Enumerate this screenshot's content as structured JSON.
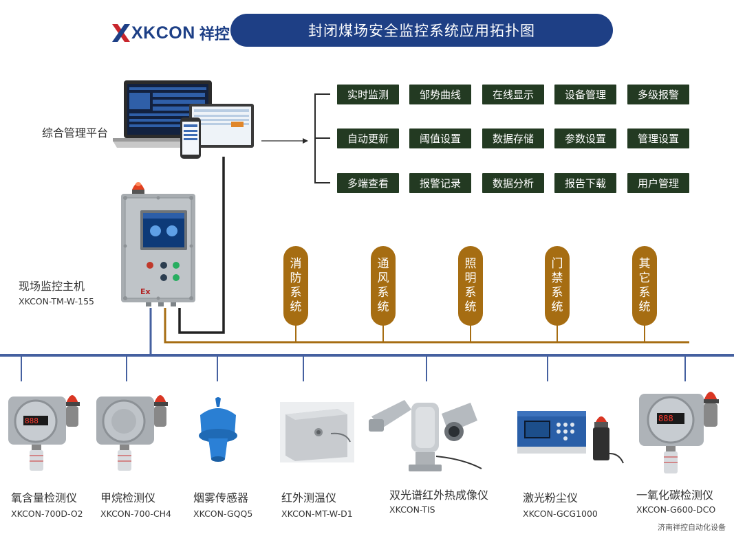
{
  "header": {
    "logo_text": "XKCON",
    "logo_cn": "祥控",
    "title": "封闭煤场安全监控系统应用拓扑图"
  },
  "platform": {
    "label": "综合管理平台"
  },
  "host": {
    "label": "现场监控主机",
    "model": "XKCON-TM-W-155"
  },
  "features": [
    [
      "实时监测",
      "邹势曲线",
      "在线显示",
      "设备管理",
      "多级报警"
    ],
    [
      "自动更新",
      "阈值设置",
      "数据存储",
      "参数设置",
      "管理设置"
    ],
    [
      "多端查看",
      "报警记录",
      "数据分析",
      "报告下载",
      "用户管理"
    ]
  ],
  "subsystems": [
    [
      "消",
      "防",
      "系",
      "统"
    ],
    [
      "通",
      "风",
      "系",
      "统"
    ],
    [
      "照",
      "明",
      "系",
      "统"
    ],
    [
      "门",
      "禁",
      "系",
      "统"
    ],
    [
      "其",
      "它",
      "系",
      "统"
    ]
  ],
  "devices": [
    {
      "name": "氧含量检测仪",
      "model": "XKCON-700D-O2",
      "icon": "gas-detector-icon"
    },
    {
      "name": "甲烷检测仪",
      "model": "XKCON-700-CH4",
      "icon": "gas-detector-icon"
    },
    {
      "name": "烟雾传感器",
      "model": "XKCON-GQQ5",
      "icon": "smoke-sensor-icon"
    },
    {
      "name": "红外测温仪",
      "model": "XKCON-MT-W-D1",
      "icon": "infrared-thermometer-icon"
    },
    {
      "name": "双光谱红外热成像仪",
      "model": "XKCON-TIS",
      "icon": "thermal-camera-icon"
    },
    {
      "name": "激光粉尘仪",
      "model": "XKCON-GCG1000",
      "icon": "dust-meter-icon"
    },
    {
      "name": "一氧化碳检测仪",
      "model": "XKCON-G600-DCO",
      "icon": "gas-detector-icon"
    }
  ],
  "footer": {
    "watermark": "济南祥控自动化设备"
  },
  "colors": {
    "brand_blue": "#1e3f85",
    "feature_bg": "#233a22",
    "subsystem_brown": "#a66d12",
    "bus_blue": "#4560a0",
    "line_dark": "#2a2a2a"
  }
}
